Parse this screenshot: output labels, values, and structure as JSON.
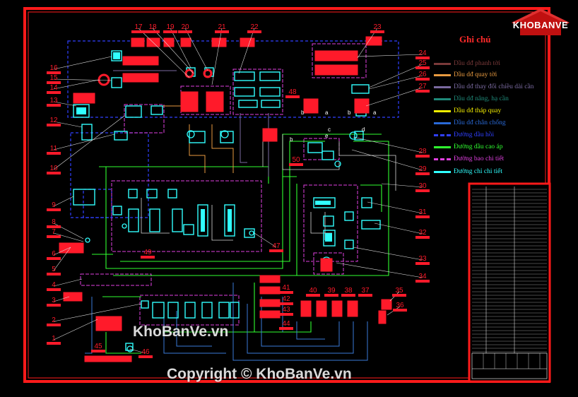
{
  "legend": {
    "title": "Ghi chú",
    "items": [
      {
        "label": "Dầu dđ phanh tời",
        "color": "#7a3a3a",
        "style": "solid"
      },
      {
        "label": "Dầu dđ quay tời",
        "color": "#e89a40",
        "style": "solid"
      },
      {
        "label": "Dầu dđ thay đổi chiều dài cần",
        "color": "#7a6aa0",
        "style": "solid"
      },
      {
        "label": "Dầu dđ nâng, hạ cần",
        "color": "#1f8a7a",
        "style": "solid"
      },
      {
        "label": "Dầu dđ tháp quay",
        "color": "#f5f000",
        "style": "solid"
      },
      {
        "label": "Dầu dđ chân chống",
        "color": "#2a6ad8",
        "style": "solid"
      },
      {
        "label": "Đường dầu hồi",
        "color": "#3040ff",
        "style": "dashed"
      },
      {
        "label": "Đường dầu cao áp",
        "color": "#30ff30",
        "style": "solid"
      },
      {
        "label": "Đường bao chi tiết",
        "color": "#e040e0",
        "style": "dashed"
      },
      {
        "label": "Đường chỉ chi tiết",
        "color": "#30ffff",
        "style": "solid"
      }
    ]
  },
  "callouts": {
    "left": [
      "16",
      "15",
      "14",
      "13",
      "12",
      "11",
      "10",
      "9",
      "8",
      "7",
      "6",
      "5",
      "4",
      "3",
      "2",
      "1"
    ],
    "top": [
      "17",
      "18",
      "19",
      "20",
      "21",
      "22",
      "23"
    ],
    "right": [
      "24",
      "25",
      "26",
      "27",
      "28",
      "29",
      "30",
      "31",
      "32",
      "33",
      "34"
    ],
    "bottom": [
      "40",
      "39",
      "38",
      "37",
      "35",
      "36",
      "41",
      "42",
      "43",
      "44",
      "45",
      "46",
      "47",
      "49",
      "48",
      "50"
    ]
  },
  "port_letters": [
    "a",
    "b",
    "c",
    "d",
    "e"
  ],
  "logo_text": "KHOBANVE",
  "watermark": "KhoBanVe.vn",
  "copyright": "Copyright © KhoBanVe.vn",
  "colors": {
    "frame": "#ff1a1a",
    "callout": "#ff1a2a",
    "component": "#30ffff",
    "outline": "#e040e0",
    "return": "#3040ff",
    "pressure": "#30ff30"
  }
}
